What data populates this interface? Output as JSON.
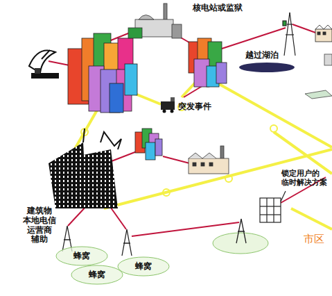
{
  "diagram": {
    "nodes": [
      {
        "text": [
          "蜂窝"
        ]
      },
      {
        "text": [
          "蜂窝"
        ]
      },
      {
        "text": [
          "蜂窝"
        ]
      }
    ],
    "labels": [
      "核电站或监狱",
      "越过湖泊",
      "突发事件",
      "锁定用户的 临时解决方案",
      "建筑物 本地电信 运营商 辅助",
      "市区"
    ]
  }
}
